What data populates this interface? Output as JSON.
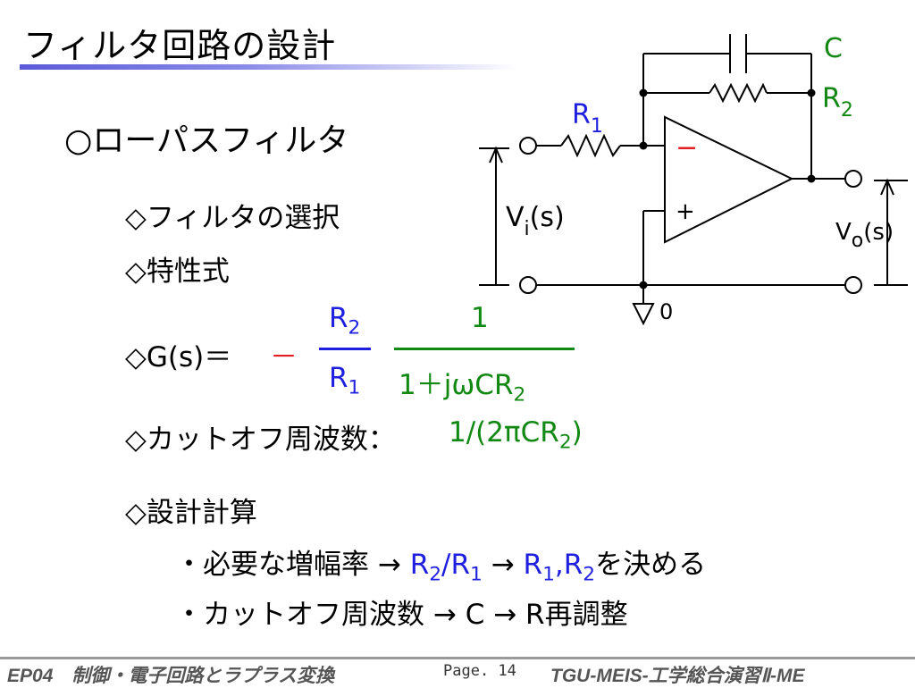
{
  "slide": {
    "title": "フィルタ回路の設計",
    "heading": "○ローパスフィルタ",
    "items": {
      "filter_select": "◇フィルタの選択",
      "char_eq": "◇特性式",
      "transfer_prefix": "◇G(s)＝",
      "transfer_minus": "－",
      "num_R": "R",
      "num_R_sub": "2",
      "den_R": "R",
      "den_R_sub": "1",
      "frac2_num": "1",
      "frac2_den": "1＋jωCR",
      "frac2_den_sub": "2",
      "cutoff_label": "◇カットオフ周波数：",
      "cutoff_value": "1/(2πCR",
      "cutoff_sub": "2",
      "cutoff_close": ")",
      "design_calc": "◇設計計算",
      "bullet1_text": "・必要な増幅率 → ",
      "bullet1_r2": "R",
      "bullet1_r2_sub": "2",
      "bullet1_slash": "/R",
      "bullet1_r1_sub": "1",
      "bullet1_arrow": " → ",
      "bullet1_rs": "R",
      "bullet1_rs_sub1": "1",
      "bullet1_comma": ",R",
      "bullet1_rs_sub2": "2",
      "bullet1_tail": "を決める",
      "bullet2_text": "・カットオフ周波数 → ",
      "bullet2_c": "C",
      "bullet2_tail": " → R再調整"
    }
  },
  "circuit": {
    "labels": {
      "C": "C",
      "R2": "R",
      "R2_sub": "2",
      "R1": "R",
      "R1_sub": "1",
      "minus": "−",
      "plus": "+",
      "vi": "V",
      "vi_sub": "i",
      "vi_tail": "(s)",
      "vo": "V",
      "vo_sub": "o",
      "vo_tail": "(s)",
      "ground": "0"
    }
  },
  "footer": {
    "left": "EP04　制御・電子回路とラプラス変換",
    "page": "Page. 14",
    "right": "TGU-MEIS-工学総合演習Ⅱ-ME"
  },
  "colors": {
    "blue": "#1f1fe0",
    "green": "#118811",
    "red": "#e02020",
    "title_bar": "#5a5ad8"
  }
}
